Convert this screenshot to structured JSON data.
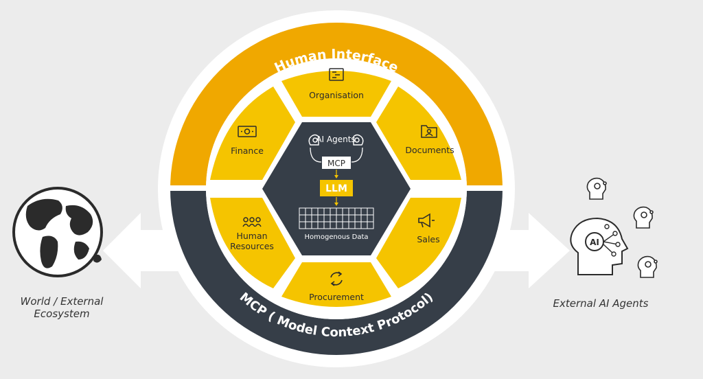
{
  "diagram": {
    "outer_ring": {
      "top_label": "Human Interface",
      "bottom_label": "MCP ( Model Context Protocol)"
    },
    "segments": {
      "organisation": {
        "label": "Organisation",
        "icon": "org-chart-icon"
      },
      "documents": {
        "label": "Documents",
        "icon": "folder-people-icon"
      },
      "sales": {
        "label": "Sales",
        "icon": "megaphone-icon"
      },
      "procurement": {
        "label": "Procurement",
        "icon": "cycle-arrows-icon"
      },
      "human_resources": {
        "label_line1": "Human",
        "label_line2": "Resources",
        "icon": "people-group-icon"
      },
      "finance": {
        "label": "Finance",
        "icon": "money-bill-icon"
      }
    },
    "core": {
      "agents_label": "AI Agents",
      "mcp_label": "MCP",
      "llm_label": "LLM",
      "data_label": "Homogenous Data"
    },
    "left": {
      "caption_line1": "World / External",
      "caption_line2": "Ecosystem",
      "icon": "globe-icon"
    },
    "right": {
      "caption": "External AI Agents",
      "center_label": "AI",
      "icon": "ai-head-icon"
    },
    "colors": {
      "background": "#ececec",
      "gold": "#f5c400",
      "gold_dark": "#f0a800",
      "slate": "#363e48",
      "white": "#ffffff"
    }
  }
}
